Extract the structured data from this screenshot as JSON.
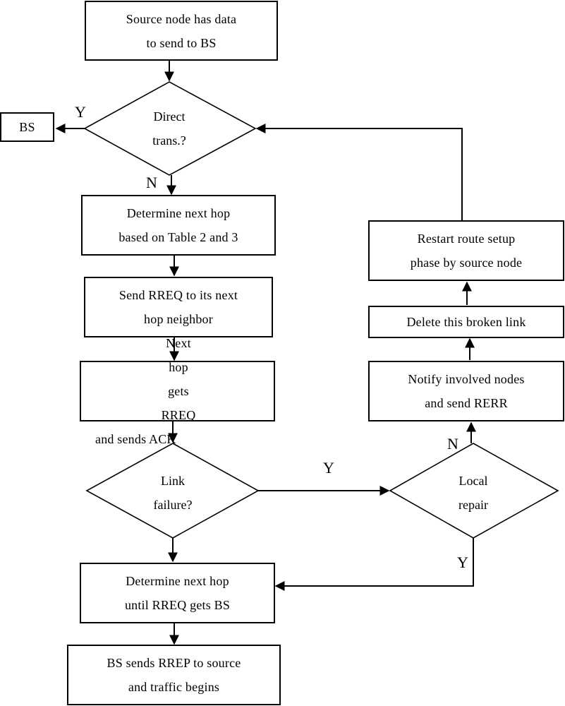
{
  "diagram": {
    "nodes": {
      "start": {
        "line1": "Source node has data",
        "line2": "to send to BS"
      },
      "direct": {
        "line1": "Direct",
        "line2": "trans.?"
      },
      "bs": {
        "text": "BS"
      },
      "determine1": {
        "line1": "Determine next hop",
        "line2": "based on Table 2 and 3"
      },
      "send_rreq": {
        "line1": "Send RREQ to its next",
        "line2": "hop neighbor"
      },
      "next_hop": {
        "line1_words": [
          "Next",
          "hop",
          "gets",
          "RREQ"
        ],
        "line2": "and sends ACK"
      },
      "link_failure": {
        "line1": "Link",
        "line2": "failure?"
      },
      "local_repair": {
        "line1": "Local",
        "line2": "repair"
      },
      "notify": {
        "line1": "Notify involved nodes",
        "line2": "and send RERR"
      },
      "delete": {
        "text": "Delete this broken link"
      },
      "restart": {
        "line1": "Restart route setup",
        "line2": "phase by source node"
      },
      "determine2": {
        "line1": "Determine next hop",
        "line2": "until RREQ gets BS"
      },
      "bs_sends": {
        "line1": "BS sends RREP to source",
        "line2": "and traffic begins"
      }
    },
    "labels": {
      "direct_yes": "Y",
      "direct_no": "N",
      "link_yes": "Y",
      "repair_no": "N",
      "repair_yes": "Y"
    }
  }
}
